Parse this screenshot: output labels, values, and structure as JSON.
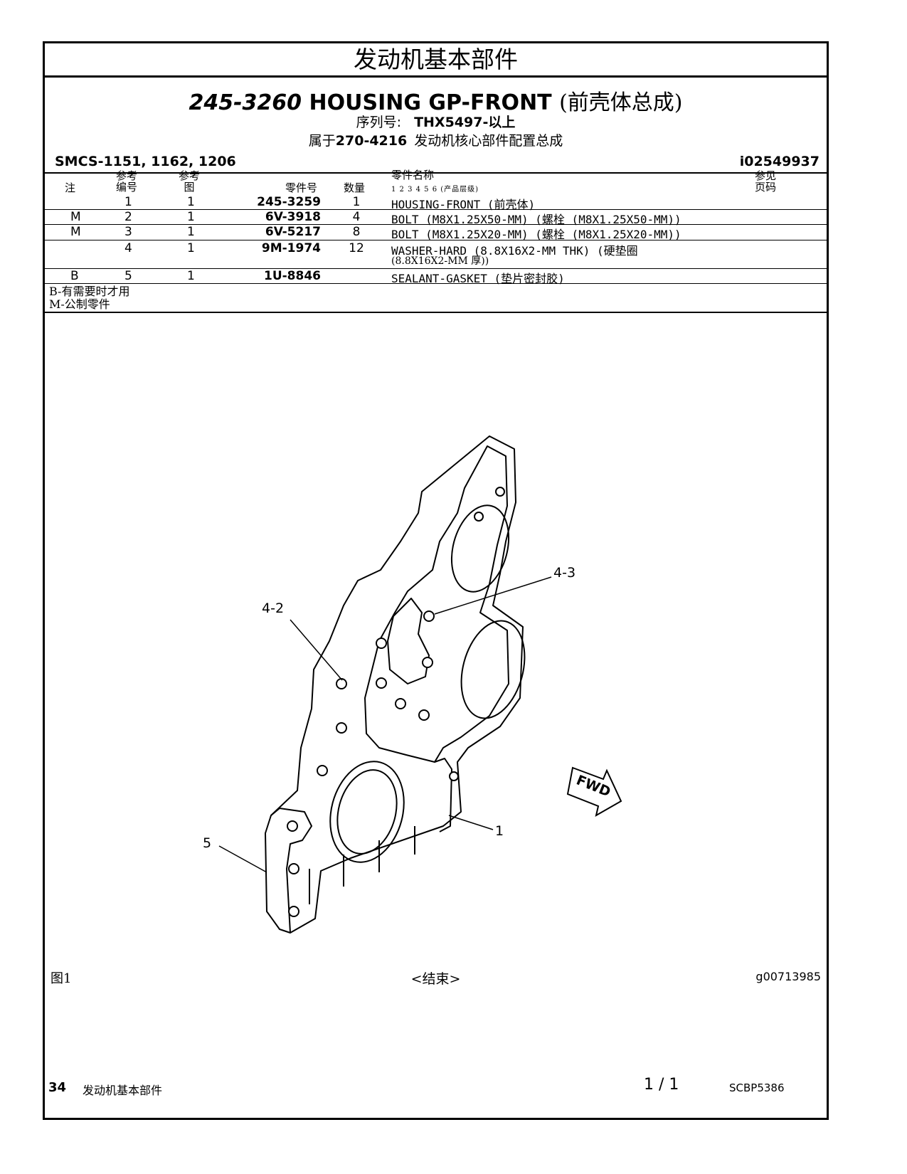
{
  "section_title": "发动机基本部件",
  "title": {
    "part_number": "245-3260",
    "name": "HOUSING GP-FRONT",
    "name_cn": "(前壳体总成)"
  },
  "serial": {
    "label": "序列号:",
    "value": "THX5497-以上"
  },
  "belongs": {
    "prefix": "属于",
    "part": "270-4216",
    "desc": "发动机核心部件配置总成"
  },
  "smcs": "SMCS-1151, 1162, 1206",
  "illustration_id": "i02549937",
  "columns": {
    "note": "注",
    "ref_no_1": "参考",
    "ref_no_2": "编号",
    "fig_1": "参考",
    "fig_2": "图",
    "part_no": "零件号",
    "qty": "数量",
    "name": "零件名称",
    "levels": "1  2  3  4  5  6  (产品层级)",
    "see_page_1": "参见",
    "see_page_2": "页码"
  },
  "parts": [
    {
      "note": "",
      "ref": "1",
      "fig": "1",
      "part": "245-3259",
      "qty": "1",
      "name": "HOUSING-FRONT (前壳体)",
      "name2": ""
    },
    {
      "note": "M",
      "ref": "2",
      "fig": "1",
      "part": "6V-3918",
      "qty": "4",
      "name": "BOLT (M8X1.25X50-MM) (螺栓 (M8X1.25X50-MM))",
      "name2": ""
    },
    {
      "note": "M",
      "ref": "3",
      "fig": "1",
      "part": "6V-5217",
      "qty": "8",
      "name": "BOLT (M8X1.25X20-MM) (螺栓 (M8X1.25X20-MM))",
      "name2": ""
    },
    {
      "note": "",
      "ref": "4",
      "fig": "1",
      "part": "9M-1974",
      "qty": "12",
      "name": "WASHER-HARD (8.8X16X2-MM THK) (硬垫圈",
      "name2": "(8.8X16X2-MM 厚))"
    },
    {
      "note": "B",
      "ref": "5",
      "fig": "1",
      "part": "1U-8846",
      "qty": "",
      "name": "SEALANT-GASKET (垫片密封胶)",
      "name2": ""
    }
  ],
  "legend": [
    "B-有需要时才用",
    "M-公制零件"
  ],
  "callouts": {
    "c43": "4-3",
    "c42": "4-2",
    "c1": "1",
    "c5": "5",
    "fwd": "FWD"
  },
  "figure_label": "图1",
  "end_label": "<结束>",
  "graphic_id": "g00713985",
  "footer": {
    "page_number": "34",
    "section": "发动机基本部件",
    "page_of": "1 / 1",
    "doc_id": "SCBP5386"
  }
}
